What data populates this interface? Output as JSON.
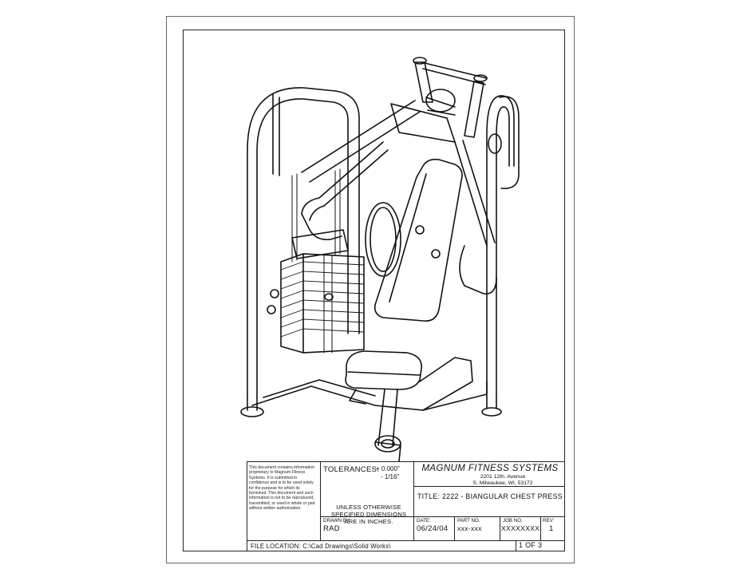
{
  "confidentiality": "This document contains information proprietary to Magnum Fitness Systems. It is submitted in confidence and is to be used solely for the purpose for which its furnished. This document and such information is not to be reproduced, transmitted, or used in whole or part without written authorization.",
  "tolerances": {
    "label": "TOLERANCES:",
    "plus": "+ 0.000\"",
    "minus": "- 1/16\""
  },
  "note": "UNLESS OTHERWISE SPECIFIED DIMENSIONS ARE IN INCHES.",
  "company": {
    "name": "MAGNUM FITNESS SYSTEMS",
    "address_line1": "2201 12th. Avenue",
    "address_line2": "S. Milwaukee, WI, 53172"
  },
  "title": "TITLE: 2222 - BIANGULAR CHEST PRESS",
  "drawn_by": {
    "label": "DRAWN BY:",
    "value": "RAD"
  },
  "date": {
    "label": "DATE:",
    "value": "06/24/04"
  },
  "part_no": {
    "label": "PART NO.",
    "value": "xxx-xxx"
  },
  "job_no": {
    "label": "JOB NO.",
    "value": "XXXXXXXX"
  },
  "rev": {
    "label": "REV:",
    "value": "1"
  },
  "file_location": "FILE LOCATION: C:\\Cad Drawings\\Solid Works\\",
  "sheet": "1 OF 3"
}
